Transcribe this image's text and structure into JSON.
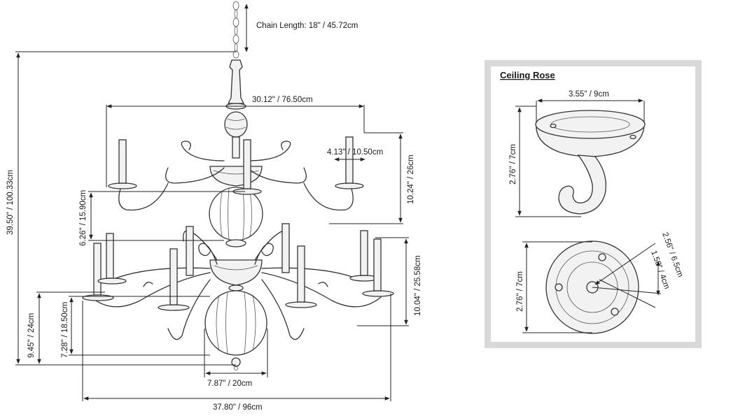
{
  "chandelier": {
    "dimensions": {
      "chain_length": "Chain Length: 18\" / 45.72cm",
      "total_height": "39.50\" / 100.33cm",
      "upper_width": "30.12\" / 76.50cm",
      "cup_width": "4.13\" / 10.50cm",
      "upper_tier_height": "10.24\" / 26cm",
      "upper_drop": "6.26\" / 15.90cm",
      "lower_tier_height": "10.04\" / 25.58cm",
      "lower_height": "9.45\" / 24cm",
      "globe_height": "7.28\" / 18.50cm",
      "globe_width": "7.87\" / 20cm",
      "total_width": "37.80\" / 96cm"
    }
  },
  "ceiling_rose": {
    "title": "Ceiling Rose",
    "side_width": "3.55\" / 9cm",
    "side_height": "2.76\" / 7cm",
    "top_diameter": "2.76\" / 7cm",
    "hole_spacing": "2.56\" / 6.5cm",
    "center_ring": "1.58\" / 4cm"
  }
}
